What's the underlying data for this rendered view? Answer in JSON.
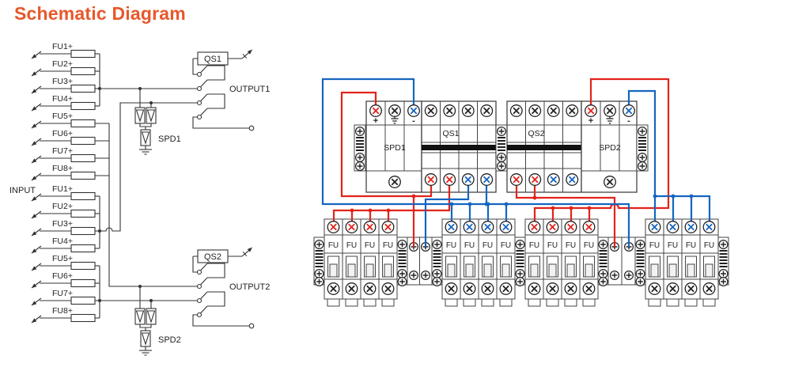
{
  "title": "Schematic Diagram",
  "colors": {
    "accent": "#E8572B",
    "wire_red": "#E2231A",
    "wire_blue": "#1565C0",
    "line": "#333333"
  },
  "left_schematic": {
    "input_label": "INPUT",
    "group_top": {
      "fuses": [
        "FU1+",
        "FU2+",
        "FU3+",
        "FU4+",
        "FU5+",
        "FU6+",
        "FU7+",
        "FU8+"
      ]
    },
    "group_bottom": {
      "fuses": [
        "FU1+",
        "FU2+",
        "FU3+",
        "FU4+",
        "FU5+",
        "FU6+",
        "FU7+",
        "FU8+"
      ]
    },
    "qs1_label": "QS1",
    "qs2_label": "QS2",
    "spd1_label": "SPD1",
    "spd2_label": "SPD2",
    "output1_label": "OUTPUT1",
    "output2_label": "OUTPUT2"
  },
  "wiring_diagram": {
    "spd1_label": "SPD1",
    "qs1_label": "QS1",
    "qs2_label": "QS2",
    "spd2_label": "SPD2",
    "terminal_plus": "+",
    "terminal_minus": "-",
    "fuse_holder_label": "FU",
    "fuse_groups": 4,
    "fuse_holders_per_group": 4
  }
}
